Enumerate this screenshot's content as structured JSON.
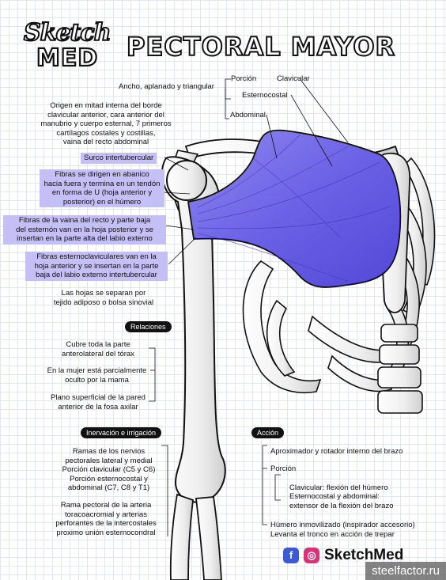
{
  "brand": {
    "logo_top": "Sketch",
    "logo_bottom": "MED",
    "footer_name": "SketchMed",
    "watermark": "steelfactor.ru"
  },
  "title": "PECTORAL MAYOR",
  "left": {
    "shape": "Ancho, aplanado y triangular",
    "origin": [
      "Origen en mitad interna del borde",
      "clavicular anterior, cara anterior del",
      "manubrio y cuerpo esternal, 7 primeros",
      "cartílagos costales y costillas,",
      "vaina del recto abdominal"
    ],
    "surco": "Surco intertubercular",
    "fibras1": [
      "Fibras se dirigen en abanico",
      "hacia fuera y termina en un tendón",
      "en forma de U (hoja anterior y",
      "posterior) en el húmero"
    ],
    "fibras2": [
      "Fibras de la vaina del recto y parte baja",
      "del esternón van en la hoja posterior y se",
      "insertan en la parte alta del labio externo"
    ],
    "fibras3": [
      "Fibras esternoclaviculares van en la",
      "hoja anterior y se insertan en la parte",
      "baja del labio externo intertubercular"
    ],
    "hojas": [
      "Las hojas se separan por",
      "tejido adiposo o bolsa sinovial"
    ]
  },
  "portions": {
    "label": "Porción",
    "clavicular": "Clavicular",
    "esternocostal": "Esternocostal",
    "abdominal": "Abdominal"
  },
  "relaciones": {
    "header": "Relaciones",
    "items": [
      [
        "Cubre toda la parte",
        "anterolateral del tórax"
      ],
      [
        "En la mujer está parcialmente",
        "oculto por la mama"
      ],
      [
        "Plano superficial de la pared",
        "anterior de la fosa axilar"
      ]
    ]
  },
  "inervacion": {
    "header": "Inervación e irrigación",
    "nerves": [
      "Ramas de los nervios",
      "pectorales lateral y medial",
      "Porción clavicular (C5 y C6)",
      "Porción esternocostal y",
      "abdominal (C7, C8 y T1)"
    ],
    "arteries": [
      "Rama pectoral de la arteria",
      "toracoacromial y arterias",
      "perforantes de la intercostales",
      "proximo unión esternocondral"
    ]
  },
  "accion": {
    "header": "Acción",
    "a1": "Aproximador y rotador interno del brazo",
    "porcion": "Porción",
    "clav": "Clavicular: flexión del húmero",
    "ester": [
      "Esternocostal y abdominal:",
      "extensor de la flexión del brazo"
    ],
    "fixed": [
      "Húmero inmovilizado (inspirador accesorio)",
      "Levanta el tronco en acción de trepar"
    ]
  },
  "colors": {
    "muscle": "#6b61e6",
    "highlight": "#c4bff5",
    "bone": "#f4f4f4"
  }
}
